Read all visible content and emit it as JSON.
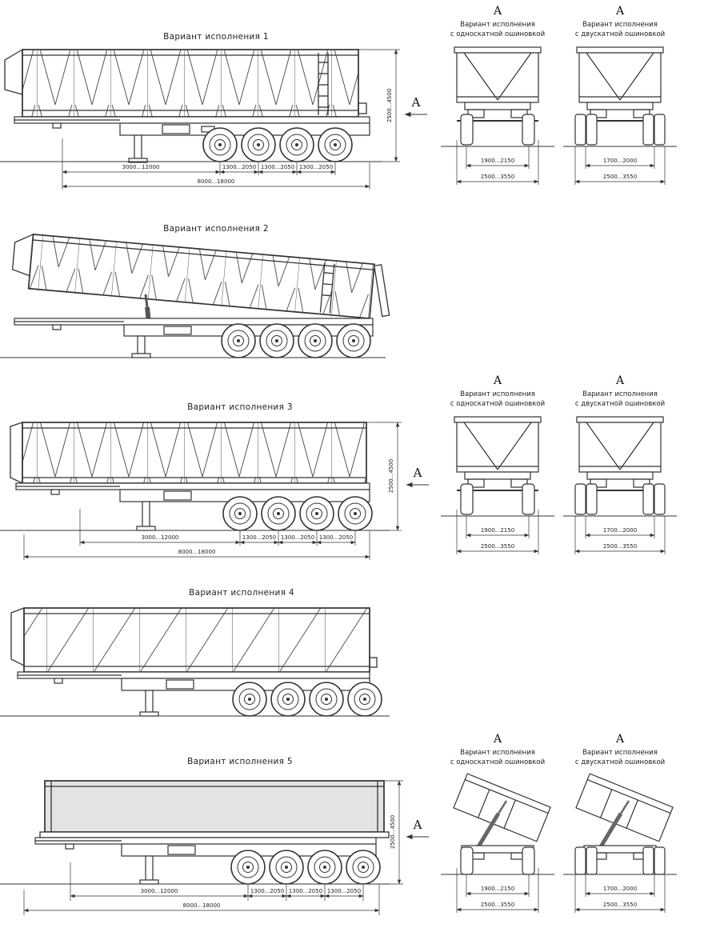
{
  "drawing": {
    "variants": [
      {
        "title": "Вариант исполнения 1"
      },
      {
        "title": "Вариант исполнения 2"
      },
      {
        "title": "Вариант исполнения 3"
      },
      {
        "title": "Вариант исполнения 4"
      },
      {
        "title": "Вариант исполнения 5"
      }
    ],
    "side_dims": {
      "base": "3000...12000",
      "axle_spacing": "1300...2050",
      "overall_length": "8000...18000",
      "height": "2500...4500"
    },
    "section_label": "А",
    "rear_views": {
      "single": {
        "label": "А",
        "title_line1": "Вариант исполнения",
        "title_line2": "с односкатной ошиновкой",
        "track": "1900...2150",
        "overall_width": "2500...3550"
      },
      "dual": {
        "label": "А",
        "title_line1": "Вариант исполнения",
        "title_line2": "с двускатной ошиновкой",
        "track": "1700...2000",
        "overall_width": "2500...3550"
      }
    },
    "colors": {
      "line": "#333333",
      "background": "#ffffff"
    }
  }
}
